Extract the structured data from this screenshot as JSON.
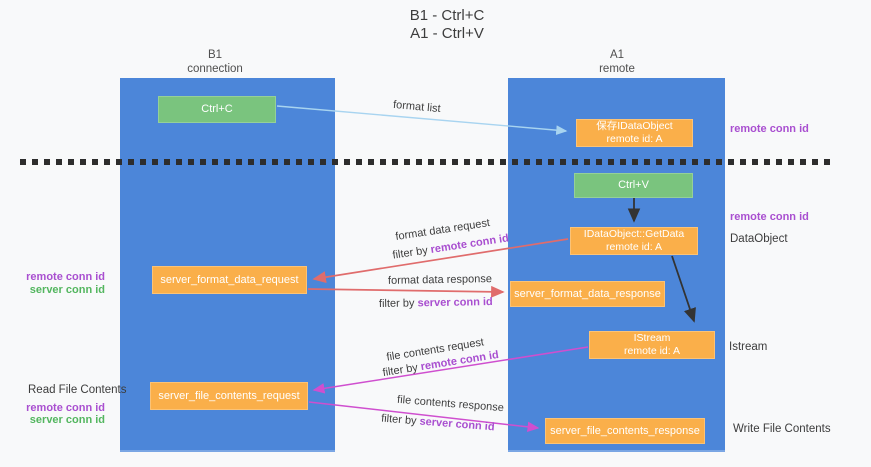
{
  "title": {
    "line1": "B1 - Ctrl+C",
    "line2": "A1 - Ctrl+V"
  },
  "columns": {
    "left_name": "B1",
    "left_role": "connection",
    "right_name": "A1",
    "right_role": "remote"
  },
  "boxes": {
    "ctrl_c": "Ctrl+C",
    "save_idataobject_line1": "保存IDataObject",
    "save_idataobject_line2": "remote id: A",
    "ctrl_v": "Ctrl+V",
    "getdata_line1": "IDataObject::GetData",
    "getdata_line2": "remote id: A",
    "format_request": "server_format_data_request",
    "format_response": "server_format_data_response",
    "istream_line1": "IStream",
    "istream_line2": "remote id: A",
    "file_request": "server_file_contents_request",
    "file_response": "server_file_contents_response"
  },
  "arrow_labels": {
    "format_list": "format list",
    "format_data_request": "format data request",
    "format_data_response": "format data response",
    "file_contents_request": "file contents request",
    "file_contents_response": "file contents response",
    "filter_by": "filter by",
    "remote_conn_id": "remote conn id",
    "server_conn_id": "server conn id"
  },
  "side_labels": {
    "remote_conn_id": "remote conn id",
    "server_conn_id": "server conn id",
    "dataobject": "DataObject",
    "istream": "Istream",
    "read_file_contents": "Read File Contents",
    "write_file_contents": "Write File Contents"
  },
  "colors": {
    "column_blue": "#4c86d9",
    "box_green": "#7ac47e",
    "box_orange": "#faaf4a",
    "arrow_red": "#e06c6c",
    "arrow_magenta": "#cf4fcf",
    "arrow_lightblue": "#a8d4f0",
    "arrow_black": "#333333",
    "text_purple": "#a94fd0",
    "text_green": "#53b65f"
  }
}
